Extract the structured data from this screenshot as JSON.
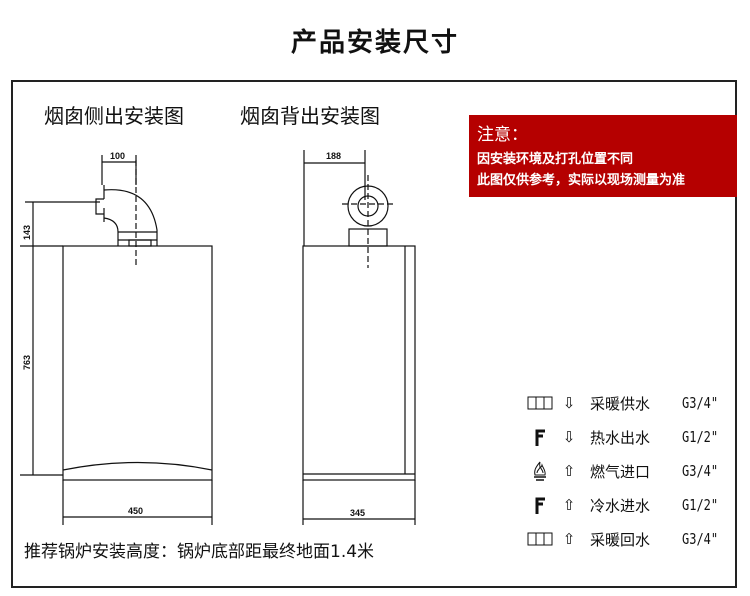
{
  "title": "产品安装尺寸",
  "captions": {
    "side": "烟囱侧出安装图",
    "back": "烟囱背出安装图"
  },
  "notice": {
    "heading": "注意：",
    "line1": "因安装环境及打孔位置不同",
    "line2": "此图仅供参考，实际以现场测量为准"
  },
  "dimensions": {
    "side_flue_width": "100",
    "side_flue_height": "143",
    "boiler_height": "763",
    "boiler_width": "450",
    "back_flue_offset": "188",
    "boiler_depth": "345"
  },
  "legend": [
    {
      "icon": "radiator-icon",
      "arrow": "arrow-down-icon",
      "label": "采暖供水",
      "size": "G3/4\""
    },
    {
      "icon": "tap-icon",
      "arrow": "arrow-down-icon",
      "label": "热水出水",
      "size": "G1/2\""
    },
    {
      "icon": "flame-icon",
      "arrow": "arrow-up-icon",
      "label": "燃气进口",
      "size": "G3/4\""
    },
    {
      "icon": "tap-icon",
      "arrow": "arrow-up-icon",
      "label": "冷水进水",
      "size": "G1/2\""
    },
    {
      "icon": "radiator-icon",
      "arrow": "arrow-up-icon",
      "label": "采暖回水",
      "size": "G3/4\""
    }
  ],
  "footer": "推荐锅炉安装高度：锅炉底部距最终地面1.4米",
  "colors": {
    "notice_bg": "#b50000"
  }
}
